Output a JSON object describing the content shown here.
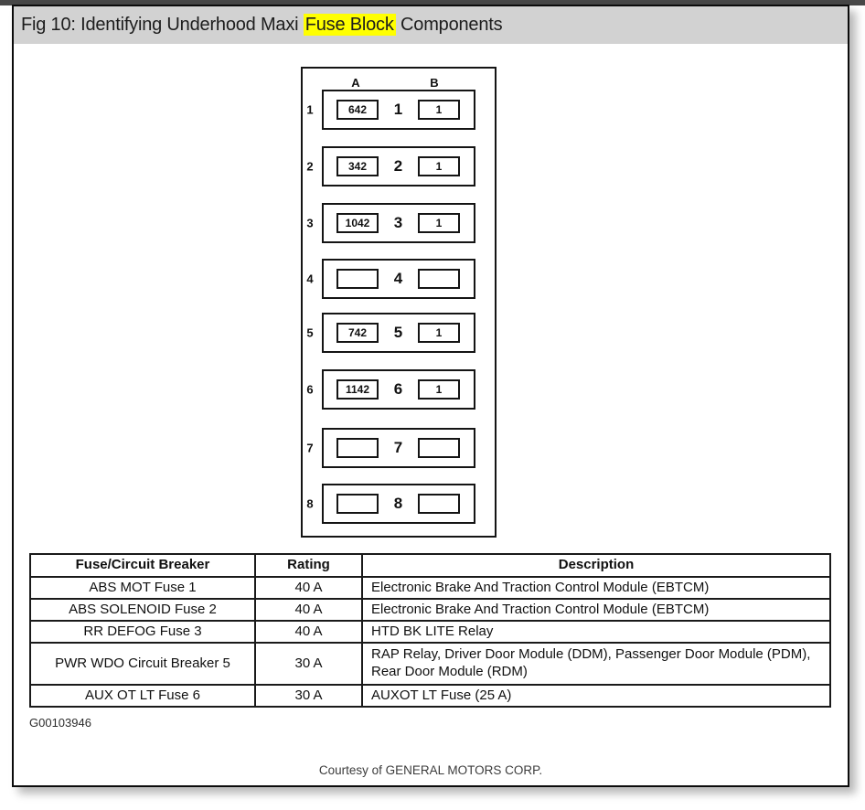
{
  "page": {
    "title_prefix": "Fig 10: Identifying Underhood Maxi ",
    "title_highlight": "Fuse Block",
    "title_suffix": " Components",
    "figure_id": "G00103946",
    "courtesy": "Courtesy of GENERAL MOTORS CORP."
  },
  "colors": {
    "titlebar_bg": "#d2d2d2",
    "highlight": "#ffff00",
    "top_band": "#474747",
    "ink": "#141414"
  },
  "diagram": {
    "column_a_label": "A",
    "column_b_label": "B",
    "rows": [
      {
        "row_number": "1",
        "slot_a": "642",
        "slot_b": "1"
      },
      {
        "row_number": "2",
        "slot_a": "342",
        "slot_b": "1"
      },
      {
        "row_number": "3",
        "slot_a": "1042",
        "slot_b": "1"
      },
      {
        "row_number": "4",
        "slot_a": "",
        "slot_b": ""
      },
      {
        "row_number": "5",
        "slot_a": "742",
        "slot_b": "1"
      },
      {
        "row_number": "6",
        "slot_a": "1142",
        "slot_b": "1"
      },
      {
        "row_number": "7",
        "slot_a": "",
        "slot_b": ""
      },
      {
        "row_number": "8",
        "slot_a": "",
        "slot_b": ""
      }
    ]
  },
  "table": {
    "headers": [
      "Fuse/Circuit Breaker",
      "Rating",
      "Description"
    ],
    "rows": [
      [
        "ABS MOT Fuse 1",
        "40 A",
        "Electronic Brake And Traction Control Module (EBTCM)"
      ],
      [
        "ABS SOLENOID Fuse 2",
        "40 A",
        "Electronic Brake And Traction Control Module (EBTCM)"
      ],
      [
        "RR DEFOG Fuse 3",
        "40 A",
        "HTD BK LITE Relay"
      ],
      [
        "PWR WDO Circuit Breaker 5",
        "30 A",
        "RAP Relay, Driver Door Module (DDM), Passenger Door Module (PDM), Rear Door Module (RDM)"
      ],
      [
        "AUX OT LT Fuse 6",
        "30 A",
        "AUXOT LT Fuse (25 A)"
      ]
    ]
  }
}
